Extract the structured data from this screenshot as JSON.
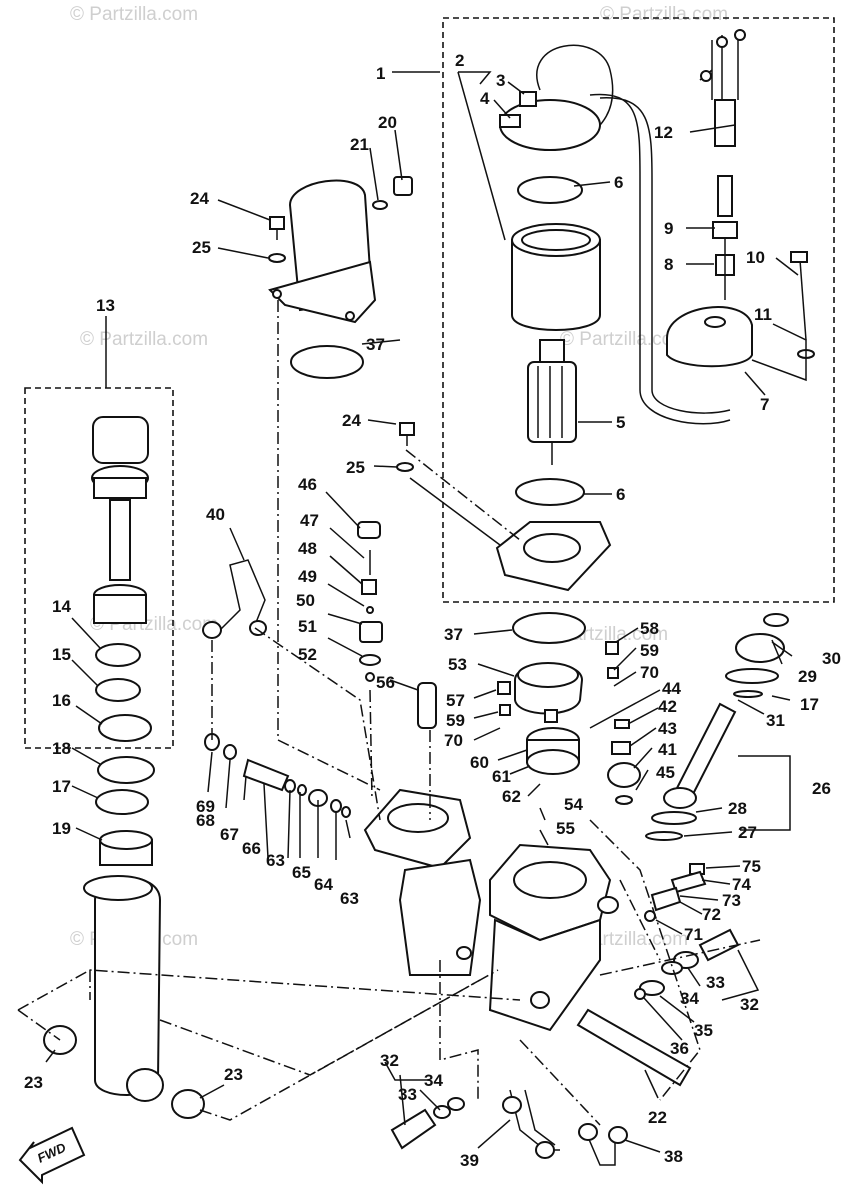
{
  "watermark": "© Partzilla.com",
  "direction_label": "FWD",
  "callouts": [
    "1",
    "2",
    "3",
    "4",
    "5",
    "6",
    "6",
    "7",
    "8",
    "9",
    "10",
    "11",
    "12",
    "13",
    "14",
    "15",
    "16",
    "17",
    "17",
    "18",
    "19",
    "20",
    "21",
    "22",
    "23",
    "23",
    "24",
    "24",
    "25",
    "25",
    "26",
    "27",
    "28",
    "29",
    "30",
    "31",
    "32",
    "32",
    "33",
    "33",
    "34",
    "34",
    "35",
    "36",
    "37",
    "37",
    "38",
    "39",
    "40",
    "41",
    "42",
    "43",
    "44",
    "45",
    "46",
    "47",
    "48",
    "49",
    "50",
    "51",
    "52",
    "53",
    "54",
    "55",
    "56",
    "57",
    "58",
    "59",
    "59",
    "60",
    "61",
    "62",
    "63",
    "63",
    "64",
    "65",
    "66",
    "67",
    "68",
    "69",
    "70",
    "70",
    "71",
    "72",
    "73",
    "74",
    "75"
  ]
}
